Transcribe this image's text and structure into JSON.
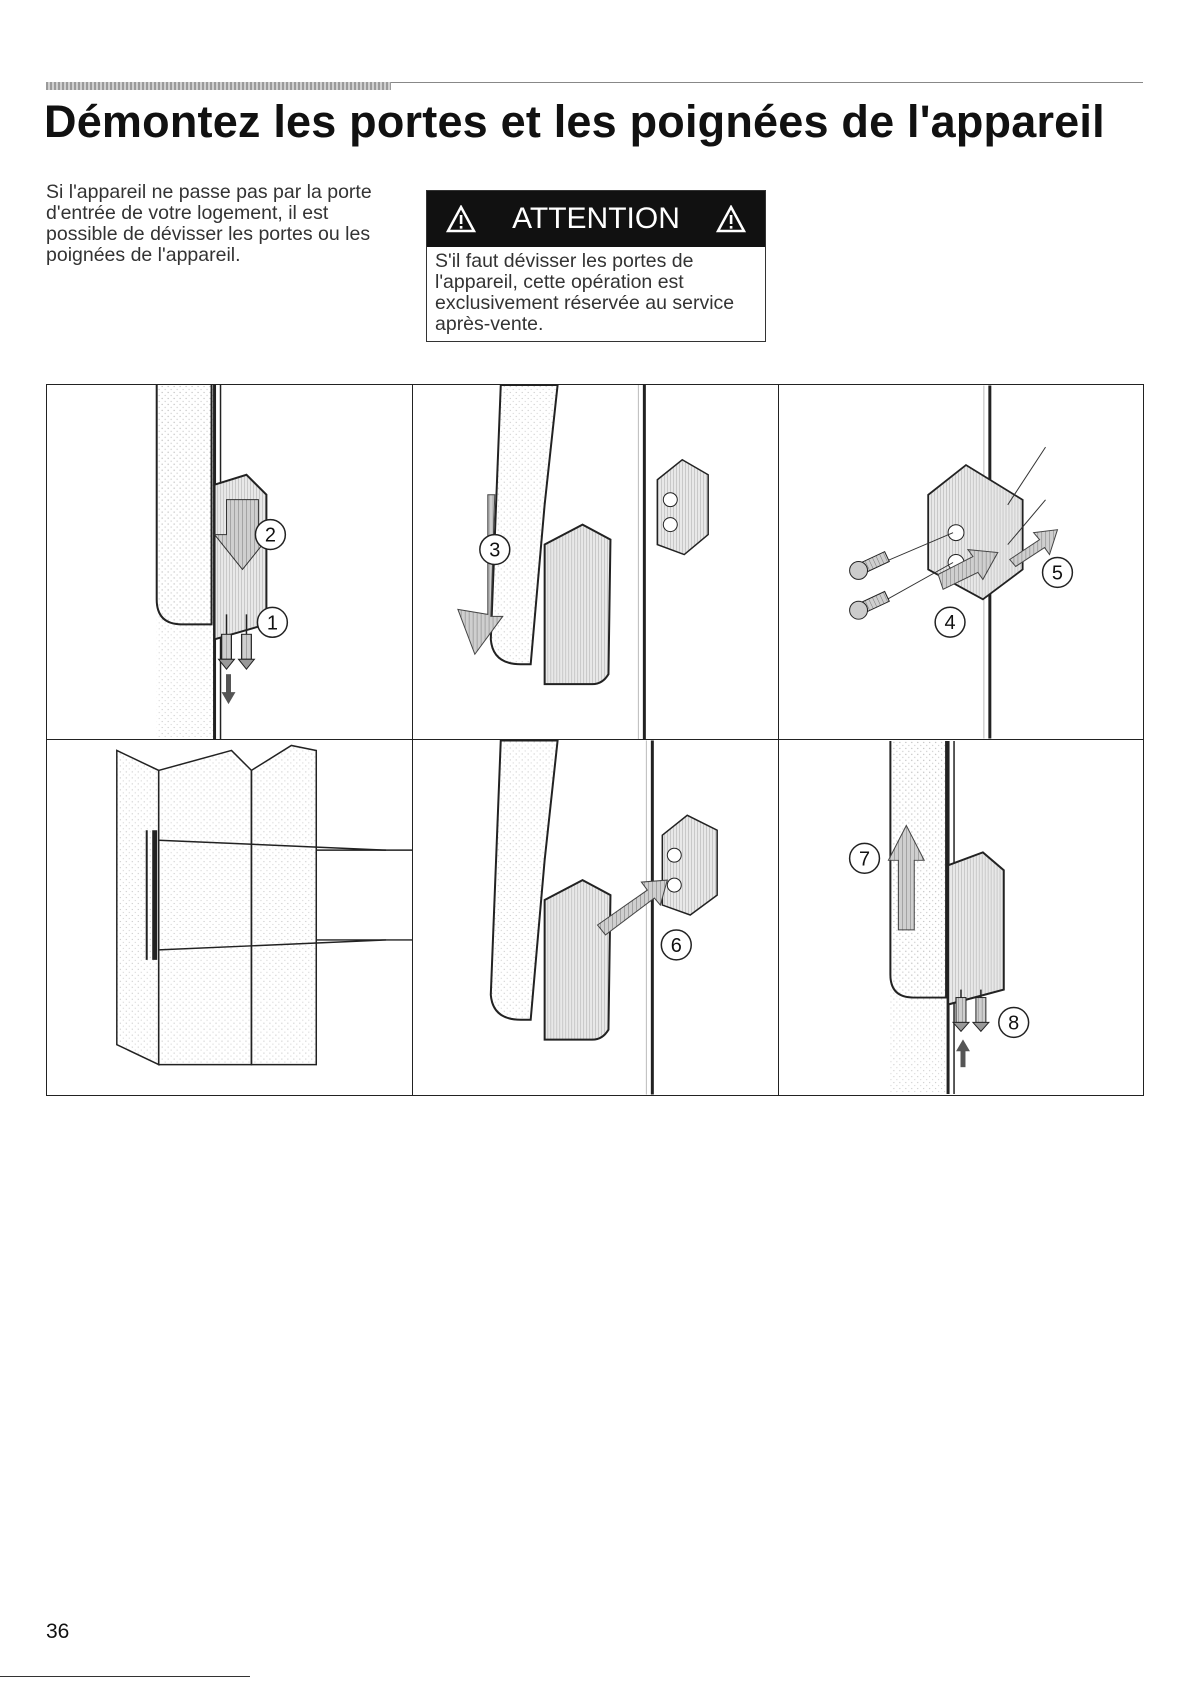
{
  "page": {
    "title": "Démontez les portes et les poignées de l'appareil",
    "intro": "Si l'appareil ne passe pas par la porte d'entrée de votre logement, il est possible de dévisser les portes ou les poignées de l'appareil.",
    "warning": {
      "heading": "ATTENTION",
      "text": "S'il faut dévisser les portes de l'appareil, cette opération est exclusivement réservée au service après-vente."
    },
    "steps": [
      "1",
      "2",
      "3",
      "4",
      "5",
      "6",
      "7",
      "8"
    ],
    "page_number": "36"
  },
  "colors": {
    "text": "#1a1a1a",
    "warning_header": "#111111",
    "rule": "#888888"
  },
  "icons": [
    "warning-triangle-icon",
    "screw-icon",
    "arrow-icon"
  ]
}
